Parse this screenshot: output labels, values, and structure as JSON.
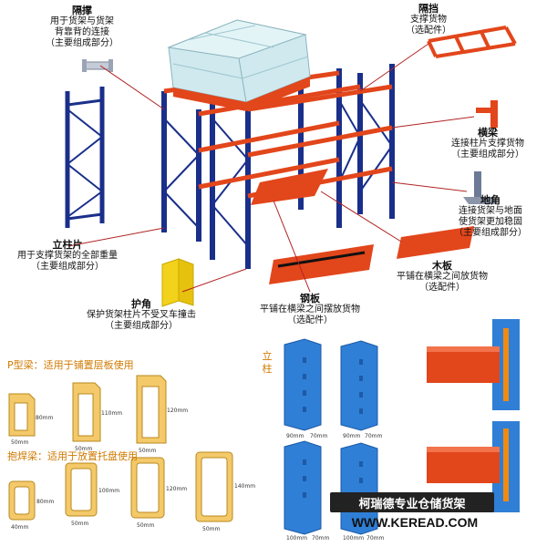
{
  "labels": {
    "spacer": {
      "title": "隔撑",
      "lines": [
        "用于货架与货架",
        "背靠背的连接",
        "（主要组成部分）"
      ]
    },
    "divider": {
      "title": "隔挡",
      "lines": [
        "支撑货物",
        "（选配件）"
      ]
    },
    "beam": {
      "title": "横梁",
      "lines": [
        "连接柱片支撑货物",
        "（主要组成部分）"
      ]
    },
    "corner": {
      "title": "地角",
      "lines": [
        "连接货架与地面",
        "使货架更加稳固",
        "（主要组成部分）"
      ]
    },
    "upright": {
      "title": "立柱片",
      "lines": [
        "用于支撑货架的全部重量",
        "（主要组成部分）"
      ]
    },
    "wood": {
      "title": "木板",
      "lines": [
        "平铺在横梁之间放货物",
        "（选配件）"
      ]
    },
    "guard": {
      "title": "护角",
      "lines": [
        "保护货架柱片不受叉车撞击",
        "（主要组成部分）"
      ]
    },
    "steel": {
      "title": "钢板",
      "lines": [
        "平铺在横梁之间摆放货物",
        "（选配件）"
      ]
    }
  },
  "column_label": "立柱",
  "p_beam_label": "P型梁：适用于铺置层板使用",
  "box_beam_label": "抱焊梁：适用于放置托盘使用",
  "p_beam_dims": [
    {
      "w": "50mm",
      "h": "80mm"
    },
    {
      "w": "50mm",
      "h": "110mm"
    },
    {
      "w": "50mm",
      "h": "120mm"
    }
  ],
  "box_beam_dims": [
    {
      "w": "40mm",
      "h": "80mm"
    },
    {
      "w": "50mm",
      "h": "100mm"
    },
    {
      "w": "50mm",
      "h": "120mm"
    },
    {
      "w": "50mm",
      "h": "140mm"
    }
  ],
  "column_dims": [
    {
      "w": "90mm",
      "d": "70mm"
    },
    {
      "w": "90mm",
      "d": "70mm"
    },
    {
      "w": "100mm",
      "d": "70mm"
    },
    {
      "w": "100mm",
      "d": "70mm"
    }
  ],
  "banner": "柯瑞德专业仓储货架",
  "url": "WWW.KEREAD.COM",
  "colors": {
    "upright": "#1a2f8a",
    "beam": "#e2461b",
    "guard": "#f2d21a",
    "column_blue": "#2f7fd6",
    "pallet": "#cfe9ef"
  }
}
